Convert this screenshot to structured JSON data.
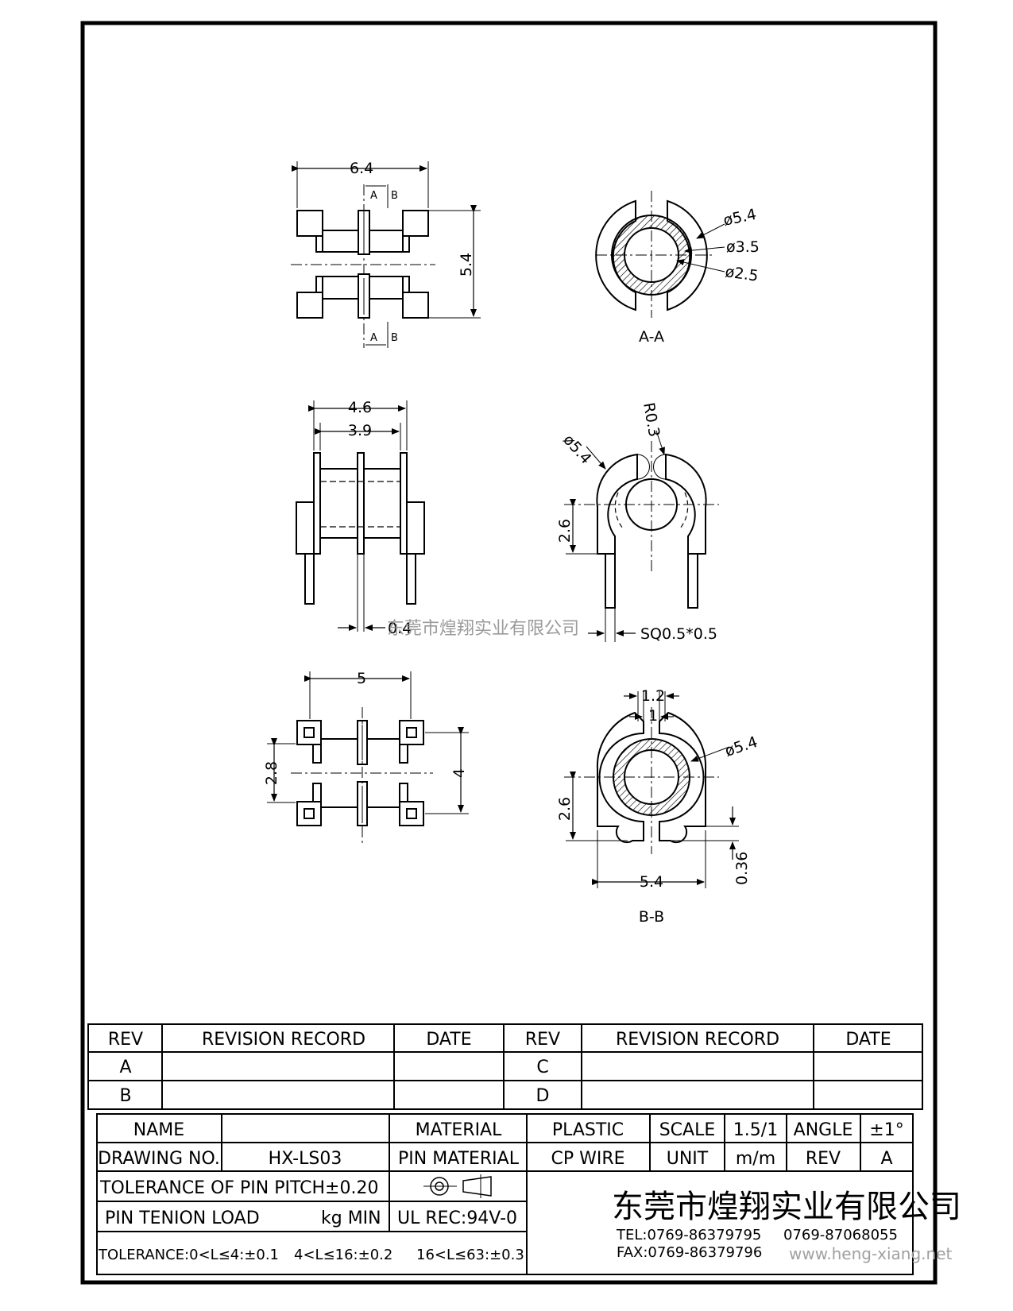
{
  "views": {
    "top": {
      "width_dim": "6.4",
      "height_dim": "5.4",
      "section_marks": [
        "A",
        "B"
      ]
    },
    "section_aa": {
      "diameters": [
        "ø5.4",
        "ø3.5",
        "ø2.5"
      ],
      "label": "A-A"
    },
    "front": {
      "outer_dim": "4.6",
      "inner_dim": "3.9",
      "pin_dim": "0.4"
    },
    "side": {
      "radius": "R0.3",
      "diameter": "ø5.4",
      "height": "2.6",
      "pin": "SQ0.5*0.5"
    },
    "bottom": {
      "width_dim": "5",
      "pitch_dim": "2.8",
      "height_dim": "4"
    },
    "section_bb": {
      "slot_outer": "1.2",
      "slot_inner": "1",
      "diameter": "ø5.4",
      "height": "2.6",
      "width": "5.4",
      "offset": "0.36",
      "label": "B-B"
    }
  },
  "watermark": {
    "center": "东莞市煌翔实业有限公司",
    "corner": "www.heng-xiang.net"
  },
  "revision_table": {
    "headers": [
      "REV",
      "REVISION RECORD",
      "DATE",
      "REV",
      "REVISION RECORD",
      "DATE"
    ],
    "left_revs": [
      "A",
      "B"
    ],
    "right_revs": [
      "C",
      "D"
    ]
  },
  "title_block": {
    "name_label": "NAME",
    "name_value": "",
    "material_label": "MATERIAL",
    "material_value": "PLASTIC",
    "scale_label": "SCALE",
    "scale_value": "1.5/1",
    "angle_label": "ANGLE",
    "angle_value": "±1°",
    "drawing_no_label": "DRAWING NO.",
    "drawing_no_value": "HX-LS03",
    "pin_material_label": "PIN MATERIAL",
    "pin_material_value": "CP WIRE",
    "unit_label": "UNIT",
    "unit_value": "m/m",
    "rev_label": "REV",
    "rev_value": "A",
    "tolerance_pitch": "TOLERANCE OF PIN PITCH±0.20",
    "pin_tension_label": "PIN TENION LOAD",
    "pin_tension_unit": "kg MIN",
    "ul_rec": "UL REC:94V-0",
    "tolerance_general": [
      "TOLERANCE:0<L≤4:±0.1",
      "4<L≤16:±0.2",
      "16<L≤63:±0.3"
    ],
    "company": "东莞市煌翔实业有限公司",
    "tel": "TEL:0769-86379795",
    "tel2": "0769-87068055",
    "fax": "FAX:0769-86379796"
  }
}
